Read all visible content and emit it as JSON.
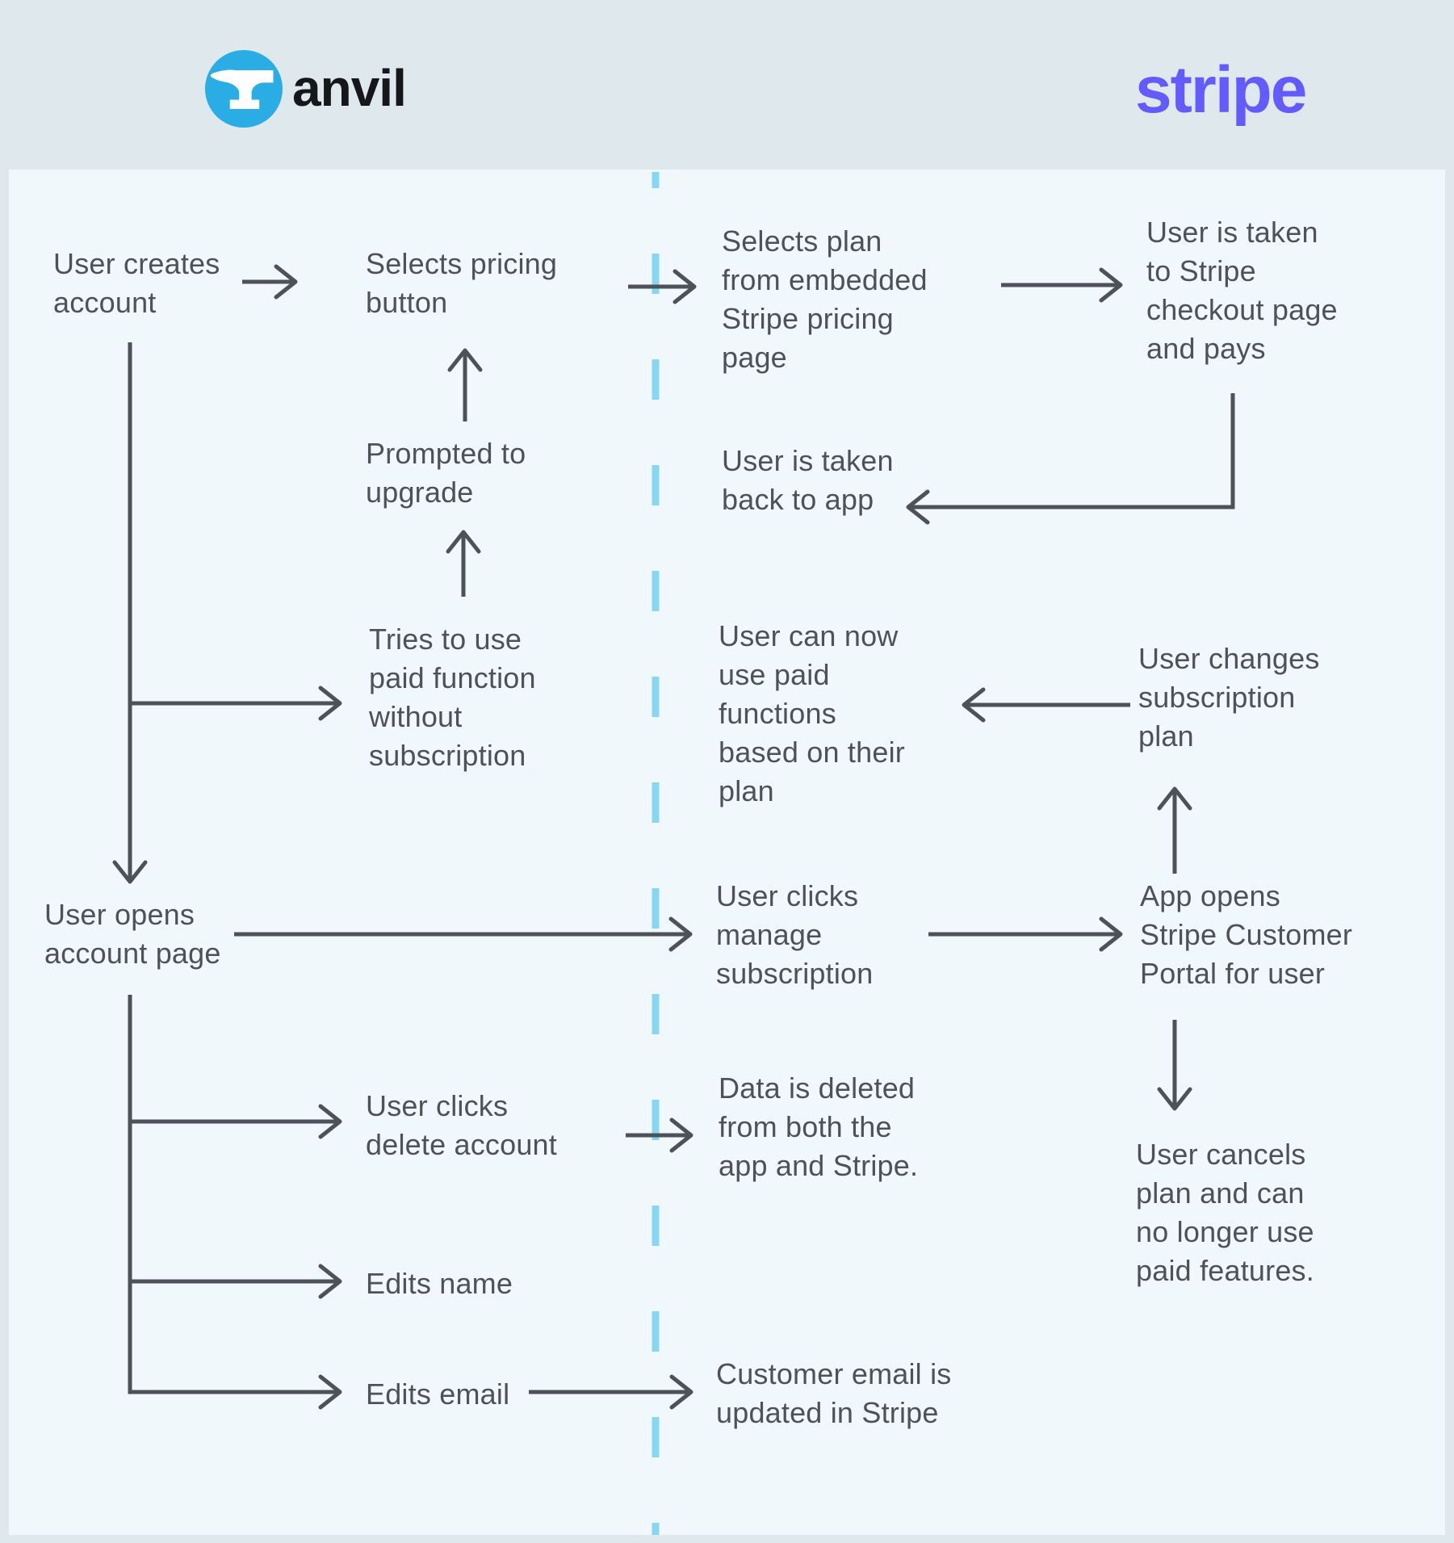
{
  "header": {
    "anvil_wordmark": "anvil",
    "stripe_wordmark": "stripe"
  },
  "colors": {
    "bg_outer": "#dfe9ed",
    "bg_canvas": "#f0f8fc",
    "text_color": "#4c5257",
    "line_color": "#4c5257",
    "divider_color": "#85d7f3",
    "anvil_blue": "#2aade4",
    "anvil_text": "#15171a",
    "stripe_purple": "#635bff"
  },
  "diagram": {
    "left_lane": "anvil",
    "right_lane": "stripe",
    "nodes": {
      "n1": {
        "text": "User creates\naccount"
      },
      "n2": {
        "text": "Selects pricing\nbutton"
      },
      "n3": {
        "text": "Selects plan\nfrom embedded\nStripe pricing\npage"
      },
      "n4": {
        "text": "User is taken\nto Stripe\ncheckout page\nand pays"
      },
      "n5": {
        "text": "User is taken\nback to app"
      },
      "n6": {
        "text": "Prompted to\nupgrade"
      },
      "n7": {
        "text": "Tries to use\npaid function\nwithout\nsubscription"
      },
      "n8": {
        "text": "User can now\nuse paid\nfunctions\nbased on their\nplan"
      },
      "n9": {
        "text": "User changes\nsubscription\nplan"
      },
      "n10": {
        "text": "User opens\naccount page"
      },
      "n11": {
        "text": "User clicks\nmanage\nsubscription"
      },
      "n12": {
        "text": "App opens\nStripe Customer\nPortal for user"
      },
      "n13": {
        "text": "User clicks\ndelete account"
      },
      "n14": {
        "text": "Data is deleted\nfrom both the\napp and Stripe."
      },
      "n15": {
        "text": "User cancels\nplan and can\nno longer use\npaid features."
      },
      "n16": {
        "text": "Edits name"
      },
      "n17": {
        "text": "Edits email"
      },
      "n18": {
        "text": "Customer email is\nupdated in Stripe"
      }
    }
  }
}
